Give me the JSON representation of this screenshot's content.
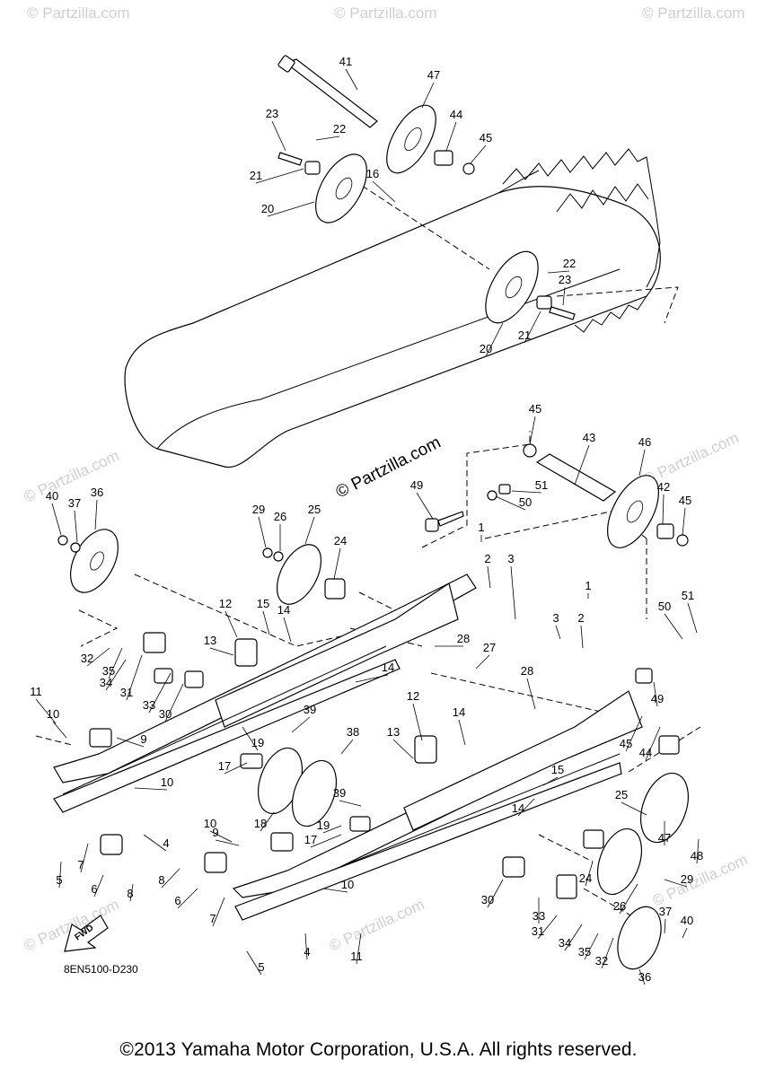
{
  "diagram": {
    "code": "8EN5100-D230",
    "copyright": "©2013 Yamaha Motor Corporation, U.S.A. All rights reserved.",
    "watermark_main": "© Partzilla.com",
    "watermark_faint": "© Partzilla.com",
    "fwd_label": "FWD",
    "callouts": [
      {
        "id": "c41",
        "label": "41"
      },
      {
        "id": "c47t",
        "label": "47"
      },
      {
        "id": "c23t",
        "label": "23"
      },
      {
        "id": "c22t",
        "label": "22"
      },
      {
        "id": "c44t",
        "label": "44"
      },
      {
        "id": "c45t",
        "label": "45"
      },
      {
        "id": "c21t",
        "label": "21"
      },
      {
        "id": "c16",
        "label": "16"
      },
      {
        "id": "c20t",
        "label": "20"
      },
      {
        "id": "c22m",
        "label": "22"
      },
      {
        "id": "c23m",
        "label": "23"
      },
      {
        "id": "c21m",
        "label": "21"
      },
      {
        "id": "c20m",
        "label": "20"
      },
      {
        "id": "c45m",
        "label": "45"
      },
      {
        "id": "c43",
        "label": "43"
      },
      {
        "id": "c46",
        "label": "46"
      },
      {
        "id": "c49t",
        "label": "49"
      },
      {
        "id": "c51t",
        "label": "51"
      },
      {
        "id": "c50t",
        "label": "50"
      },
      {
        "id": "c42",
        "label": "42"
      },
      {
        "id": "c45r",
        "label": "45"
      },
      {
        "id": "c40l",
        "label": "40"
      },
      {
        "id": "c37l",
        "label": "37"
      },
      {
        "id": "c36l",
        "label": "36"
      },
      {
        "id": "c29t",
        "label": "29"
      },
      {
        "id": "c26t",
        "label": "26"
      },
      {
        "id": "c25t",
        "label": "25"
      },
      {
        "id": "c24t",
        "label": "24"
      },
      {
        "id": "c1t",
        "label": "1"
      },
      {
        "id": "c2t",
        "label": "2"
      },
      {
        "id": "c3t",
        "label": "3"
      },
      {
        "id": "c1r",
        "label": "1"
      },
      {
        "id": "c3r",
        "label": "3"
      },
      {
        "id": "c2r",
        "label": "2"
      },
      {
        "id": "c50r",
        "label": "50"
      },
      {
        "id": "c51r",
        "label": "51"
      },
      {
        "id": "c12t",
        "label": "12"
      },
      {
        "id": "c15t",
        "label": "15"
      },
      {
        "id": "c14t",
        "label": "14"
      },
      {
        "id": "c13t",
        "label": "13"
      },
      {
        "id": "c14m",
        "label": "14"
      },
      {
        "id": "c28t",
        "label": "28"
      },
      {
        "id": "c27",
        "label": "27"
      },
      {
        "id": "c28m",
        "label": "28"
      },
      {
        "id": "c32l",
        "label": "32"
      },
      {
        "id": "c35l",
        "label": "35"
      },
      {
        "id": "c34l",
        "label": "34"
      },
      {
        "id": "c31l",
        "label": "31"
      },
      {
        "id": "c33l",
        "label": "33"
      },
      {
        "id": "c30l",
        "label": "30"
      },
      {
        "id": "c49r",
        "label": "49"
      },
      {
        "id": "c45rr",
        "label": "45"
      },
      {
        "id": "c44r",
        "label": "44"
      },
      {
        "id": "c11l",
        "label": "11"
      },
      {
        "id": "c10l",
        "label": "10"
      },
      {
        "id": "c9l",
        "label": "9"
      },
      {
        "id": "c39t",
        "label": "39"
      },
      {
        "id": "c19t",
        "label": "19"
      },
      {
        "id": "c38",
        "label": "38"
      },
      {
        "id": "c17t",
        "label": "17"
      },
      {
        "id": "c10m",
        "label": "10"
      },
      {
        "id": "c12m",
        "label": "12"
      },
      {
        "id": "c13m",
        "label": "13"
      },
      {
        "id": "c14r",
        "label": "14"
      },
      {
        "id": "c15r",
        "label": "15"
      },
      {
        "id": "c14b",
        "label": "14"
      },
      {
        "id": "c18",
        "label": "18"
      },
      {
        "id": "c39b",
        "label": "39"
      },
      {
        "id": "c19b",
        "label": "19"
      },
      {
        "id": "c17b",
        "label": "17"
      },
      {
        "id": "c25r",
        "label": "25"
      },
      {
        "id": "c47r",
        "label": "47"
      },
      {
        "id": "c48",
        "label": "48"
      },
      {
        "id": "c4l",
        "label": "4"
      },
      {
        "id": "c5l",
        "label": "5"
      },
      {
        "id": "c7l",
        "label": "7"
      },
      {
        "id": "c6l",
        "label": "6"
      },
      {
        "id": "c8l",
        "label": "8"
      },
      {
        "id": "c10b",
        "label": "10"
      },
      {
        "id": "c9b",
        "label": "9"
      },
      {
        "id": "c10bb",
        "label": "10"
      },
      {
        "id": "c8b",
        "label": "8"
      },
      {
        "id": "c6b",
        "label": "6"
      },
      {
        "id": "c7b",
        "label": "7"
      },
      {
        "id": "c24r",
        "label": "24"
      },
      {
        "id": "c26r",
        "label": "26"
      },
      {
        "id": "c29r",
        "label": "29"
      },
      {
        "id": "c30r",
        "label": "30"
      },
      {
        "id": "c33r",
        "label": "33"
      },
      {
        "id": "c31r",
        "label": "31"
      },
      {
        "id": "c34r",
        "label": "34"
      },
      {
        "id": "c35r",
        "label": "35"
      },
      {
        "id": "c32r",
        "label": "32"
      },
      {
        "id": "c37r",
        "label": "37"
      },
      {
        "id": "c40r",
        "label": "40"
      },
      {
        "id": "c36r",
        "label": "36"
      },
      {
        "id": "c4b",
        "label": "4"
      },
      {
        "id": "c5b",
        "label": "5"
      },
      {
        "id": "c11b",
        "label": "11"
      }
    ]
  }
}
